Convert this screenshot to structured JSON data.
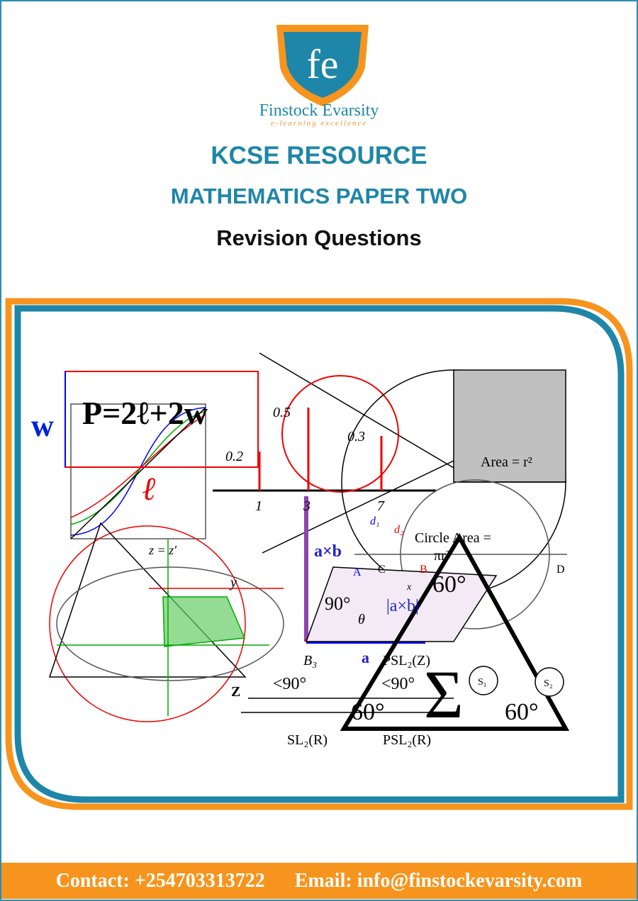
{
  "brand": {
    "logo_letters": "fe",
    "name": "Finstock Evarsity",
    "tagline": "e-learning excellence"
  },
  "titles": {
    "line1": "KCSE RESOURCE",
    "line2": "MATHEMATICS PAPER TWO",
    "line3": "Revision Questions"
  },
  "collage": {
    "formula": "P=2ℓ+2w",
    "w": "w",
    "l": "ℓ",
    "area_square": "Area = r²",
    "circle_area": "Circle Area =",
    "circle_area_formula": "πr²",
    "stem_values": [
      "0.5",
      "0.3",
      "0.2"
    ],
    "axis_ticks": [
      "1",
      "3",
      "7"
    ],
    "angle_60": "60°",
    "angle_90": "90°",
    "angle_lt90": "<90°",
    "cross": "a×b",
    "cross_abs": "|a×b|",
    "vec_a": "a",
    "theta": "θ",
    "b3": "B₃",
    "psl2z": "PSL₂(Z)",
    "sl2r": "SL₂(R)",
    "psl2r": "PSL₂(R)",
    "s1": "S₁",
    "s2": "S₂",
    "sigma": "Σ",
    "zz": "z = z′",
    "labels": [
      "A",
      "B",
      "C",
      "D",
      "d₁",
      "d₂",
      "x",
      "y",
      "Z"
    ]
  },
  "footer": {
    "contact": "Contact: +254703313722",
    "email": "Email: info@finstockevarsity.com"
  },
  "colors": {
    "brand_blue": "#1e86a8",
    "brand_orange": "#f7941d"
  }
}
